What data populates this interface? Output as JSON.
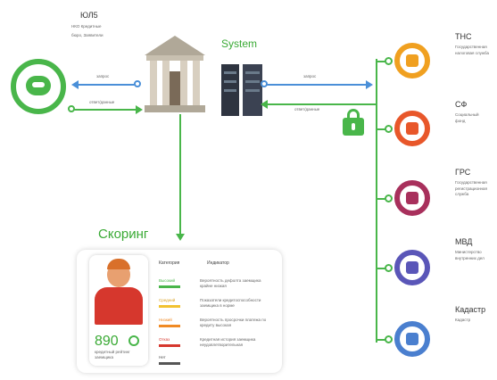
{
  "left_org": {
    "title": "ЮЛ5",
    "line1": "НКО Кредитные",
    "line2": "бюро, Заявители"
  },
  "system_label": "System",
  "left_arrows": {
    "top": "запрос",
    "bottom": "ответ/данные"
  },
  "right_arrows": {
    "top": "запрос",
    "bottom": "ответ/данные"
  },
  "scoring_title": "Скоринг",
  "scoring_card": {
    "score": "890",
    "score_caption": "кредитный рейтинг заемщика",
    "col1": "Категория",
    "col2": "Индикатор",
    "rows": [
      {
        "label": "Высокий",
        "desc": "Вероятность дефолта заемщика крайне низкая",
        "color": "#49b64a"
      },
      {
        "label": "Средний",
        "desc": "Показатели кредитоспособности заемщика в норме",
        "color": "#f2c230"
      },
      {
        "label": "Низкий",
        "desc": "Вероятность просрочки платежа по кредиту высокая",
        "color": "#f08a24"
      },
      {
        "label": "Отказ",
        "desc": "Кредитная история заемщика неудовлетворительная",
        "color": "#d6372d"
      },
      {
        "label": "Нет",
        "desc": "",
        "color": "#555555"
      }
    ]
  },
  "right_nodes": [
    {
      "name": "ТНС",
      "desc1": "Государственная",
      "desc2": "налоговая служба",
      "color": "#f0a020"
    },
    {
      "name": "СФ",
      "desc1": "Социальный",
      "desc2": "фонд",
      "color": "#e8572a"
    },
    {
      "name": "ГРС",
      "desc1": "Государственная",
      "desc2": "регистрационная служба",
      "color": "#a8305c"
    },
    {
      "name": "МВД",
      "desc1": "Министерство",
      "desc2": "внутренних дел",
      "color": "#5a56b8"
    },
    {
      "name": "Кадастр",
      "desc1": "Кадастр",
      "desc2": "",
      "color": "#4a7fcf"
    }
  ],
  "icons": [
    "handshake-icon",
    "bank-icon",
    "server-icon",
    "lock-icon",
    "user-icon"
  ]
}
